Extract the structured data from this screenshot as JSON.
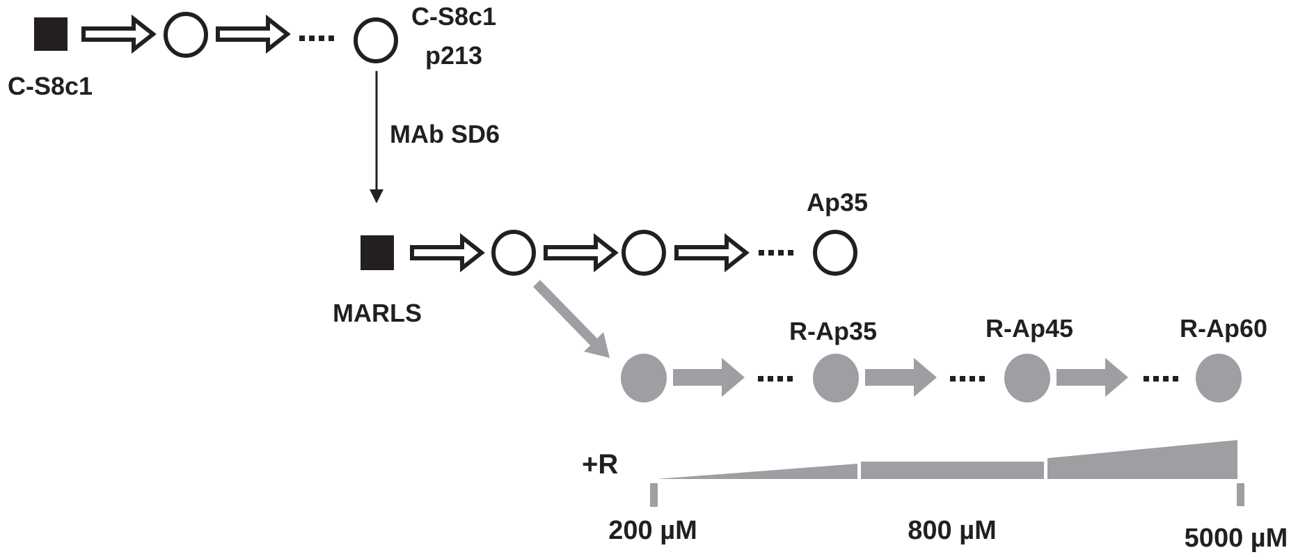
{
  "colors": {
    "black": "#231f20",
    "gray": "#9d9fa2",
    "white": "#ffffff"
  },
  "labels": {
    "parent_virus": "C-S8c1",
    "passaged_virus_line1": "C-S8c1",
    "passaged_virus_line2": "p213",
    "antibody": "MAb SD6",
    "mutant": "MARLS",
    "ap35": "Ap35",
    "r_ap35": "R-Ap35",
    "r_ap45": "R-Ap45",
    "r_ap60": "R-Ap60",
    "ribavirin": "+R",
    "conc_low": "200 µM",
    "conc_mid": "800 µM",
    "conc_high": "5000 µM"
  }
}
